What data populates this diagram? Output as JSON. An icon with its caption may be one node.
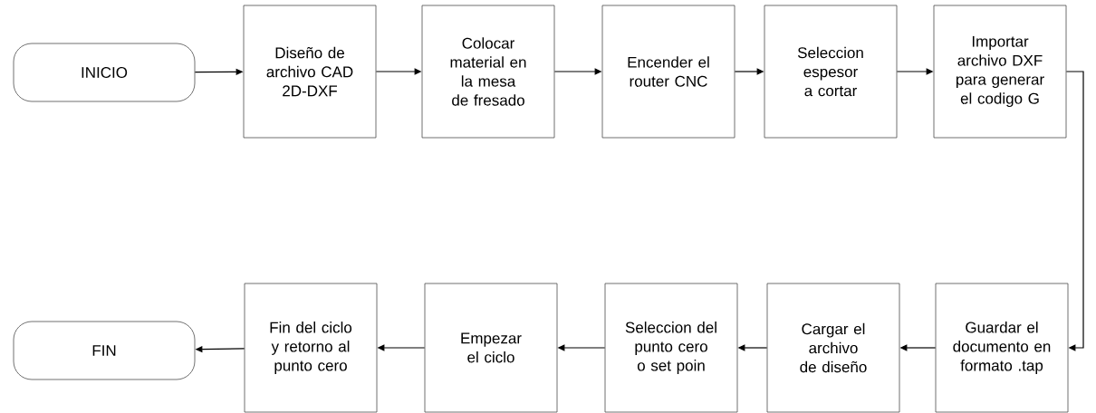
{
  "diagram": {
    "nodes": [
      {
        "text": [
          "INICIO"
        ]
      },
      {
        "text": [
          "Diseño de archivo CAD 2D-DXF"
        ]
      },
      {
        "text": [
          "Colocar material en la mesa de fresado"
        ]
      },
      {
        "text": [
          "Encender el router CNC"
        ]
      },
      {
        "text": [
          "Seleccion espesor a cortar"
        ]
      },
      {
        "text": [
          "Importar archivo DXF para generar el codigo G"
        ]
      },
      {
        "text": [
          "Guardar el documento en formato .tap"
        ]
      },
      {
        "text": [
          "Cargar el archivo de diseño"
        ]
      },
      {
        "text": [
          "Seleccion del punto cero o set poin"
        ]
      },
      {
        "text": [
          "Empezar el ciclo"
        ]
      },
      {
        "text": [
          "Fin del ciclo y retorno al punto cero"
        ]
      },
      {
        "text": [
          "FIN"
        ]
      }
    ],
    "edges": [
      {
        "from": 0,
        "to": 1,
        "arrow": "to"
      },
      {
        "from": 1,
        "to": 2,
        "arrow": "to"
      },
      {
        "from": 2,
        "to": 3,
        "arrow": "to"
      },
      {
        "from": 3,
        "to": 4,
        "arrow": "to"
      },
      {
        "from": 4,
        "to": 5,
        "arrow": "to"
      },
      {
        "from": 5,
        "to": 6,
        "arrow": "to"
      },
      {
        "from": 6,
        "to": 7,
        "arrow": "to"
      },
      {
        "from": 7,
        "to": 8,
        "arrow": "to"
      },
      {
        "from": 8,
        "to": 9,
        "arrow": "to"
      },
      {
        "from": 9,
        "to": 10,
        "arrow": "to"
      },
      {
        "from": 10,
        "to": 11,
        "arrow": "to"
      }
    ]
  }
}
